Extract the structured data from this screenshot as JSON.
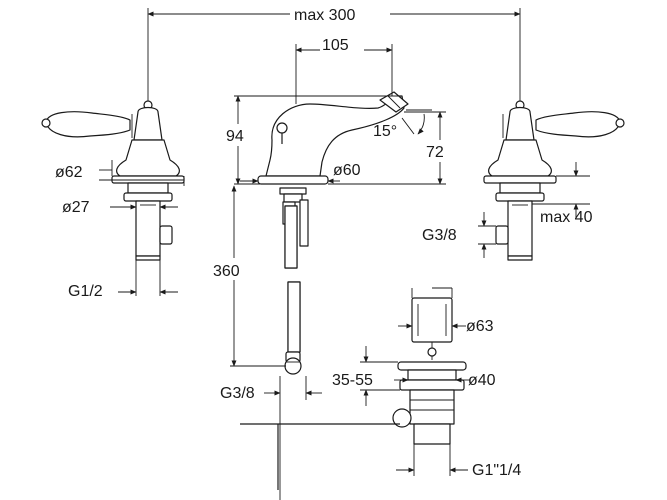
{
  "dimensions": {
    "overall_width": "max 300",
    "spout_reach": "105",
    "spout_height_total": "94",
    "spout_outlet_height": "72",
    "spout_angle": "15°",
    "spout_base_diameter": "ø60",
    "handle_base_diameter": "ø62",
    "valve_body_diameter": "ø27",
    "left_inlet_thread": "G1/2",
    "right_inlet_thread": "G3/8",
    "max_deck_thickness": "max 40",
    "supply_hose_length": "360",
    "hose_thread": "G3/8",
    "waste_cap_diameter": "ø63",
    "waste_flange_diameter": "ø40",
    "waste_adjustment_range": "35-55",
    "waste_outlet_thread": "G1\"1/4"
  }
}
